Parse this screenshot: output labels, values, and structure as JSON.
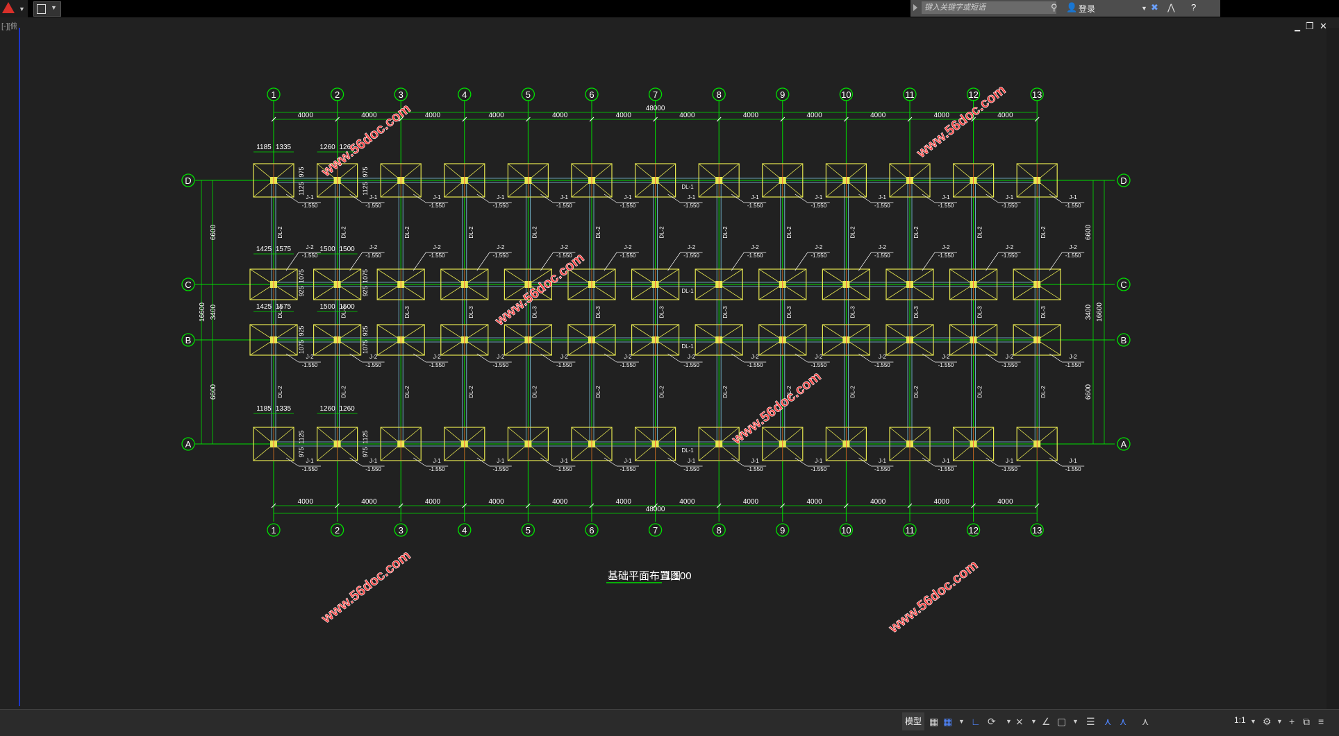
{
  "app": {
    "window_label": "[-][俯视][二维线框]"
  },
  "search": {
    "placeholder": "键入关键字或短语",
    "login_label": "登录"
  },
  "drawing": {
    "title": "基础平面布置图",
    "scale": "1:100",
    "columns": [
      "1",
      "2",
      "3",
      "4",
      "5",
      "6",
      "7",
      "8",
      "9",
      "10",
      "11",
      "12",
      "13"
    ],
    "rows": [
      "D",
      "C",
      "B",
      "A"
    ],
    "bay_dimension": "4000",
    "total_length": "48000",
    "left_dims": [
      "6600",
      "3400",
      "6600"
    ],
    "total_width": "16600",
    "watermark": "www.56doc.com",
    "labels": {
      "dl1": "DL-1",
      "dl2": "DL-2",
      "dl3": "DL-3",
      "j1": "J-1",
      "j2": "J-2",
      "elev": "-1.550"
    },
    "top_detail_dims": [
      "1185",
      "1335",
      "1260",
      "1260"
    ],
    "c_detail_dims": [
      "1425",
      "1575",
      "1500",
      "1500"
    ],
    "b_detail_dims": [
      "1425",
      "1575",
      "1500",
      "1500"
    ],
    "a_detail_dims": [
      "1185",
      "1335",
      "1260",
      "1260"
    ],
    "vert_dims": [
      "975",
      "1125",
      "1075",
      "925"
    ]
  },
  "statusbar": {
    "model_label": "模型",
    "scale_label": "1:1"
  },
  "colors": {
    "axis": "#00e000",
    "footing": "#e6e650",
    "beam": "#7ec8e3",
    "text": "#ffffff",
    "watermark": "#ff4040",
    "background": "#212121"
  }
}
